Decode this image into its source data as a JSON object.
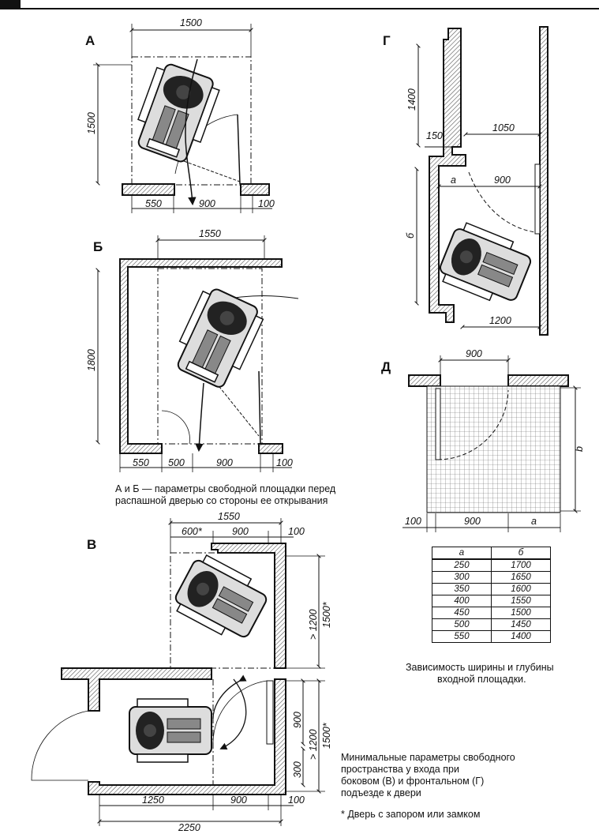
{
  "panels": {
    "A": {
      "label": "А",
      "dims": {
        "width": "1500",
        "height": "1500",
        "left": "550",
        "door": "900",
        "right": "100"
      }
    },
    "B": {
      "label": "Б",
      "dims": {
        "width": "1550",
        "height": "1800",
        "left": "550",
        "gap": "500",
        "door": "900",
        "right": "100"
      }
    },
    "G": {
      "label": "Г",
      "dims": {
        "top_h": "1400",
        "side": "150",
        "inner": "1050",
        "a": "а",
        "door": "900",
        "b": "б",
        "bottom": "1200"
      }
    },
    "D": {
      "label": "Д",
      "dims": {
        "top": "900",
        "left": "100",
        "door": "900",
        "a": "а",
        "b": "b"
      }
    },
    "V": {
      "label": "В",
      "dims": {
        "top_total": "1550",
        "top_a": "600*",
        "top_b": "900",
        "top_c": "100",
        "r1": "> 1200",
        "r2": "1500*",
        "r3": "900",
        "r4": "> 1200",
        "r5": "1500*",
        "r6": "300",
        "bot_a": "1250",
        "bot_b": "900",
        "bot_c": "100",
        "bot_total": "2250"
      }
    }
  },
  "caption_ab": {
    "line1": "А и Б — параметры свободной площадки перед",
    "line2": "распашной дверью со стороны ее открывания"
  },
  "table": {
    "headers": [
      "а",
      "б"
    ],
    "rows": [
      [
        "250",
        "1700"
      ],
      [
        "300",
        "1650"
      ],
      [
        "350",
        "1600"
      ],
      [
        "400",
        "1550"
      ],
      [
        "450",
        "1500"
      ],
      [
        "500",
        "1450"
      ],
      [
        "550",
        "1400"
      ]
    ]
  },
  "caption_table": {
    "line1": "Зависимость ширины и глубины",
    "line2": "входной площадки."
  },
  "caption_min": {
    "line1": "Минимальные параметры свободного",
    "line2": "пространства у входа при",
    "line3": "боковом (В) и фронтальном (Г)",
    "line4": "подъезде к двери"
  },
  "footnote": "* Дверь с запором или замком"
}
